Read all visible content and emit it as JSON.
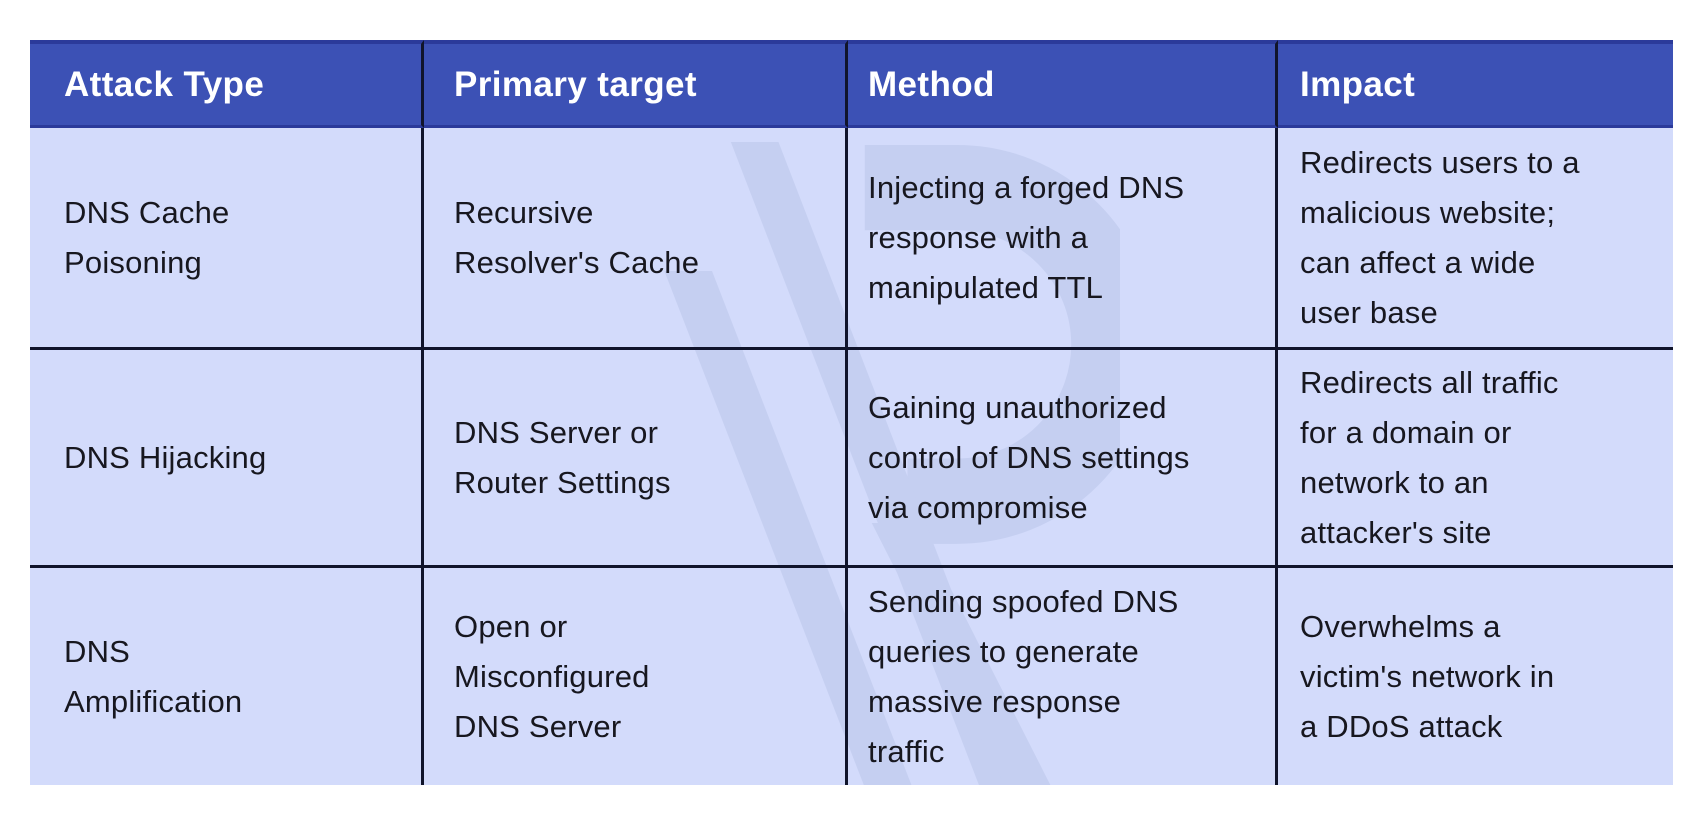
{
  "colors": {
    "canvas_bg": "#ffffff",
    "header_bg": "#3c51b5",
    "header_accent": "#2b3a9a",
    "header_text": "#ffffff",
    "body_bg": "#d3dbfb",
    "body_text": "#17171f",
    "grid_line": "#10142b",
    "watermark": "#c5cff1"
  },
  "watermark_icon": "stylized-letter-logo",
  "table": {
    "headers": [
      "Attack Type",
      "Primary target",
      "Method",
      "Impact"
    ],
    "rows": [
      {
        "attack_type": "DNS Cache\nPoisoning",
        "primary_target": "Recursive\nResolver's Cache",
        "method": "Injecting a forged DNS\nresponse with a\nmanipulated TTL",
        "impact": "Redirects users to a\nmalicious website;\ncan affect a wide\nuser base"
      },
      {
        "attack_type": "DNS Hijacking",
        "primary_target": "DNS Server or\nRouter Settings",
        "method": "Gaining unauthorized\ncontrol of DNS settings\nvia compromise",
        "impact": "Redirects all traffic\nfor a domain or\nnetwork to an\nattacker's site"
      },
      {
        "attack_type": "DNS\nAmplification",
        "primary_target": "Open or\nMisconfigured\nDNS Server",
        "method": "Sending spoofed DNS\nqueries to generate\nmassive response\ntraffic",
        "impact": "Overwhelms a\nvictim's network in\na DDoS attack"
      }
    ]
  }
}
